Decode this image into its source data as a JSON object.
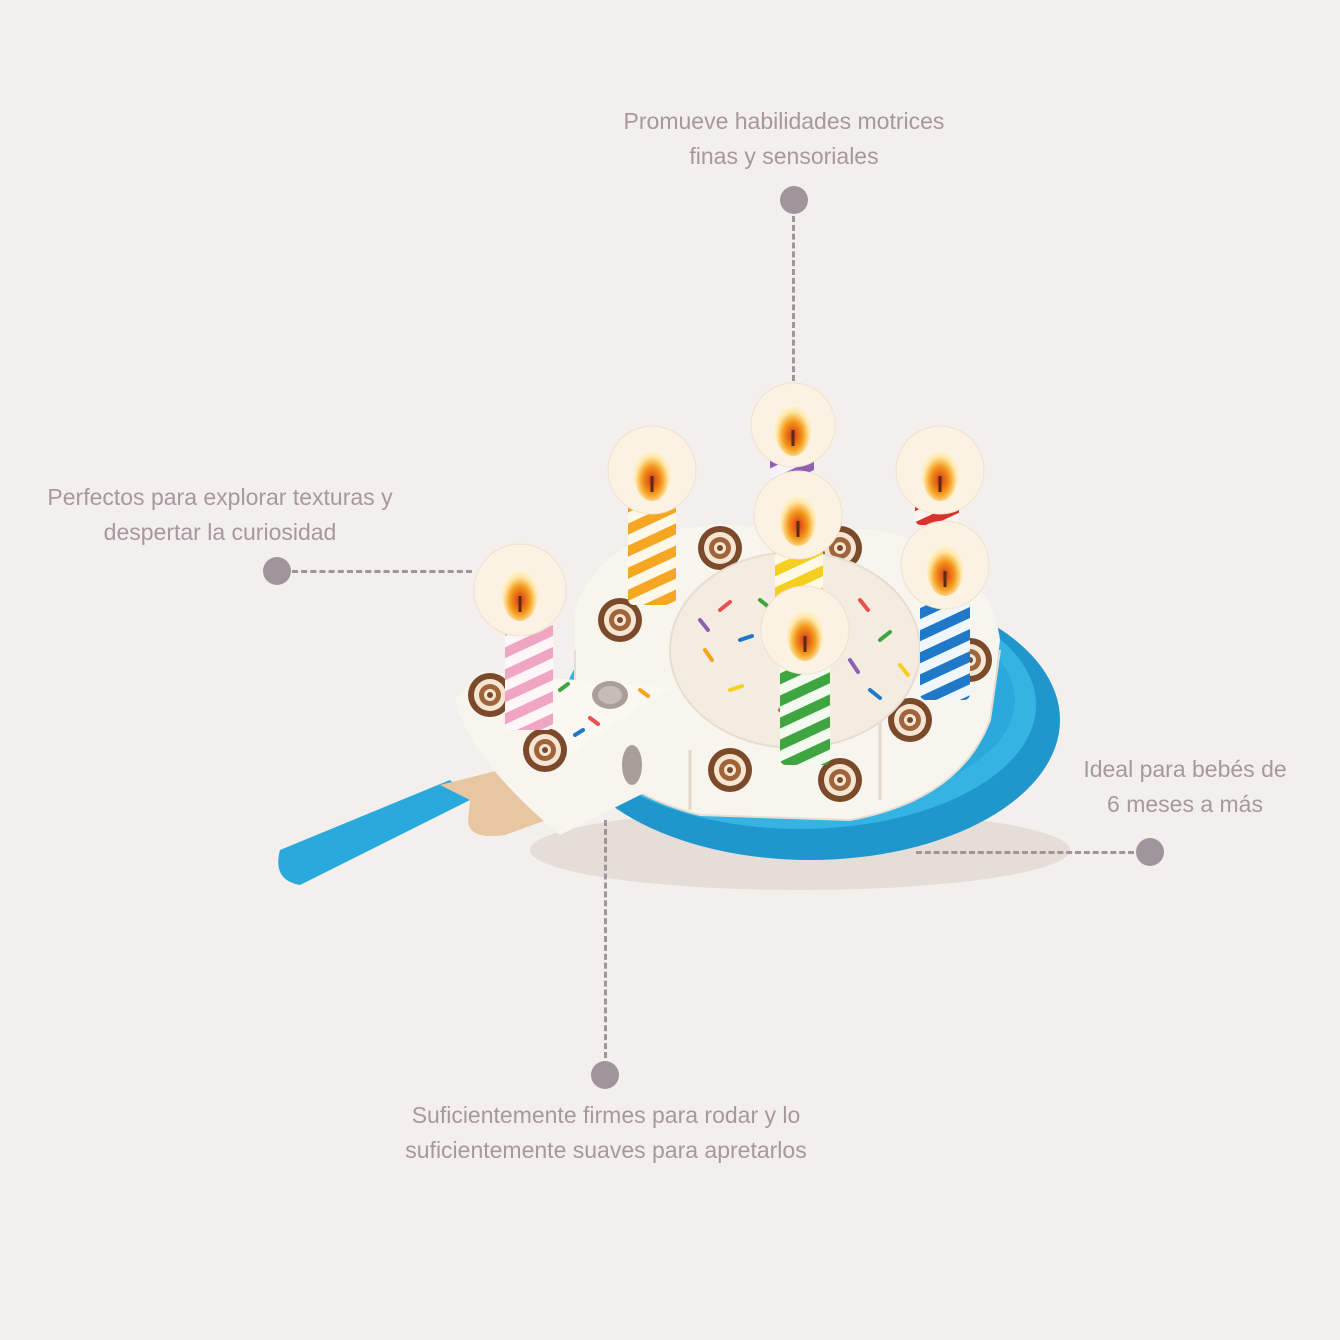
{
  "callouts": {
    "top": "Promueve habilidades motrices\nfinas y sensoriales",
    "left": "Perfectos para explorar texturas y\ndespertar la curiosidad",
    "right": "Ideal para bebés de\n6 meses a más",
    "bottom": "Suficientemente firmes para rodar y lo\nsuficientemente suaves para apretarlos"
  },
  "colors": {
    "background": "#f3efec",
    "text": "#a7989f",
    "marker": "#a1959c",
    "plate": "#2aa9dc",
    "cake": "#f8f4ee"
  },
  "product": {
    "image": "toy-birthday-cake-icon"
  }
}
